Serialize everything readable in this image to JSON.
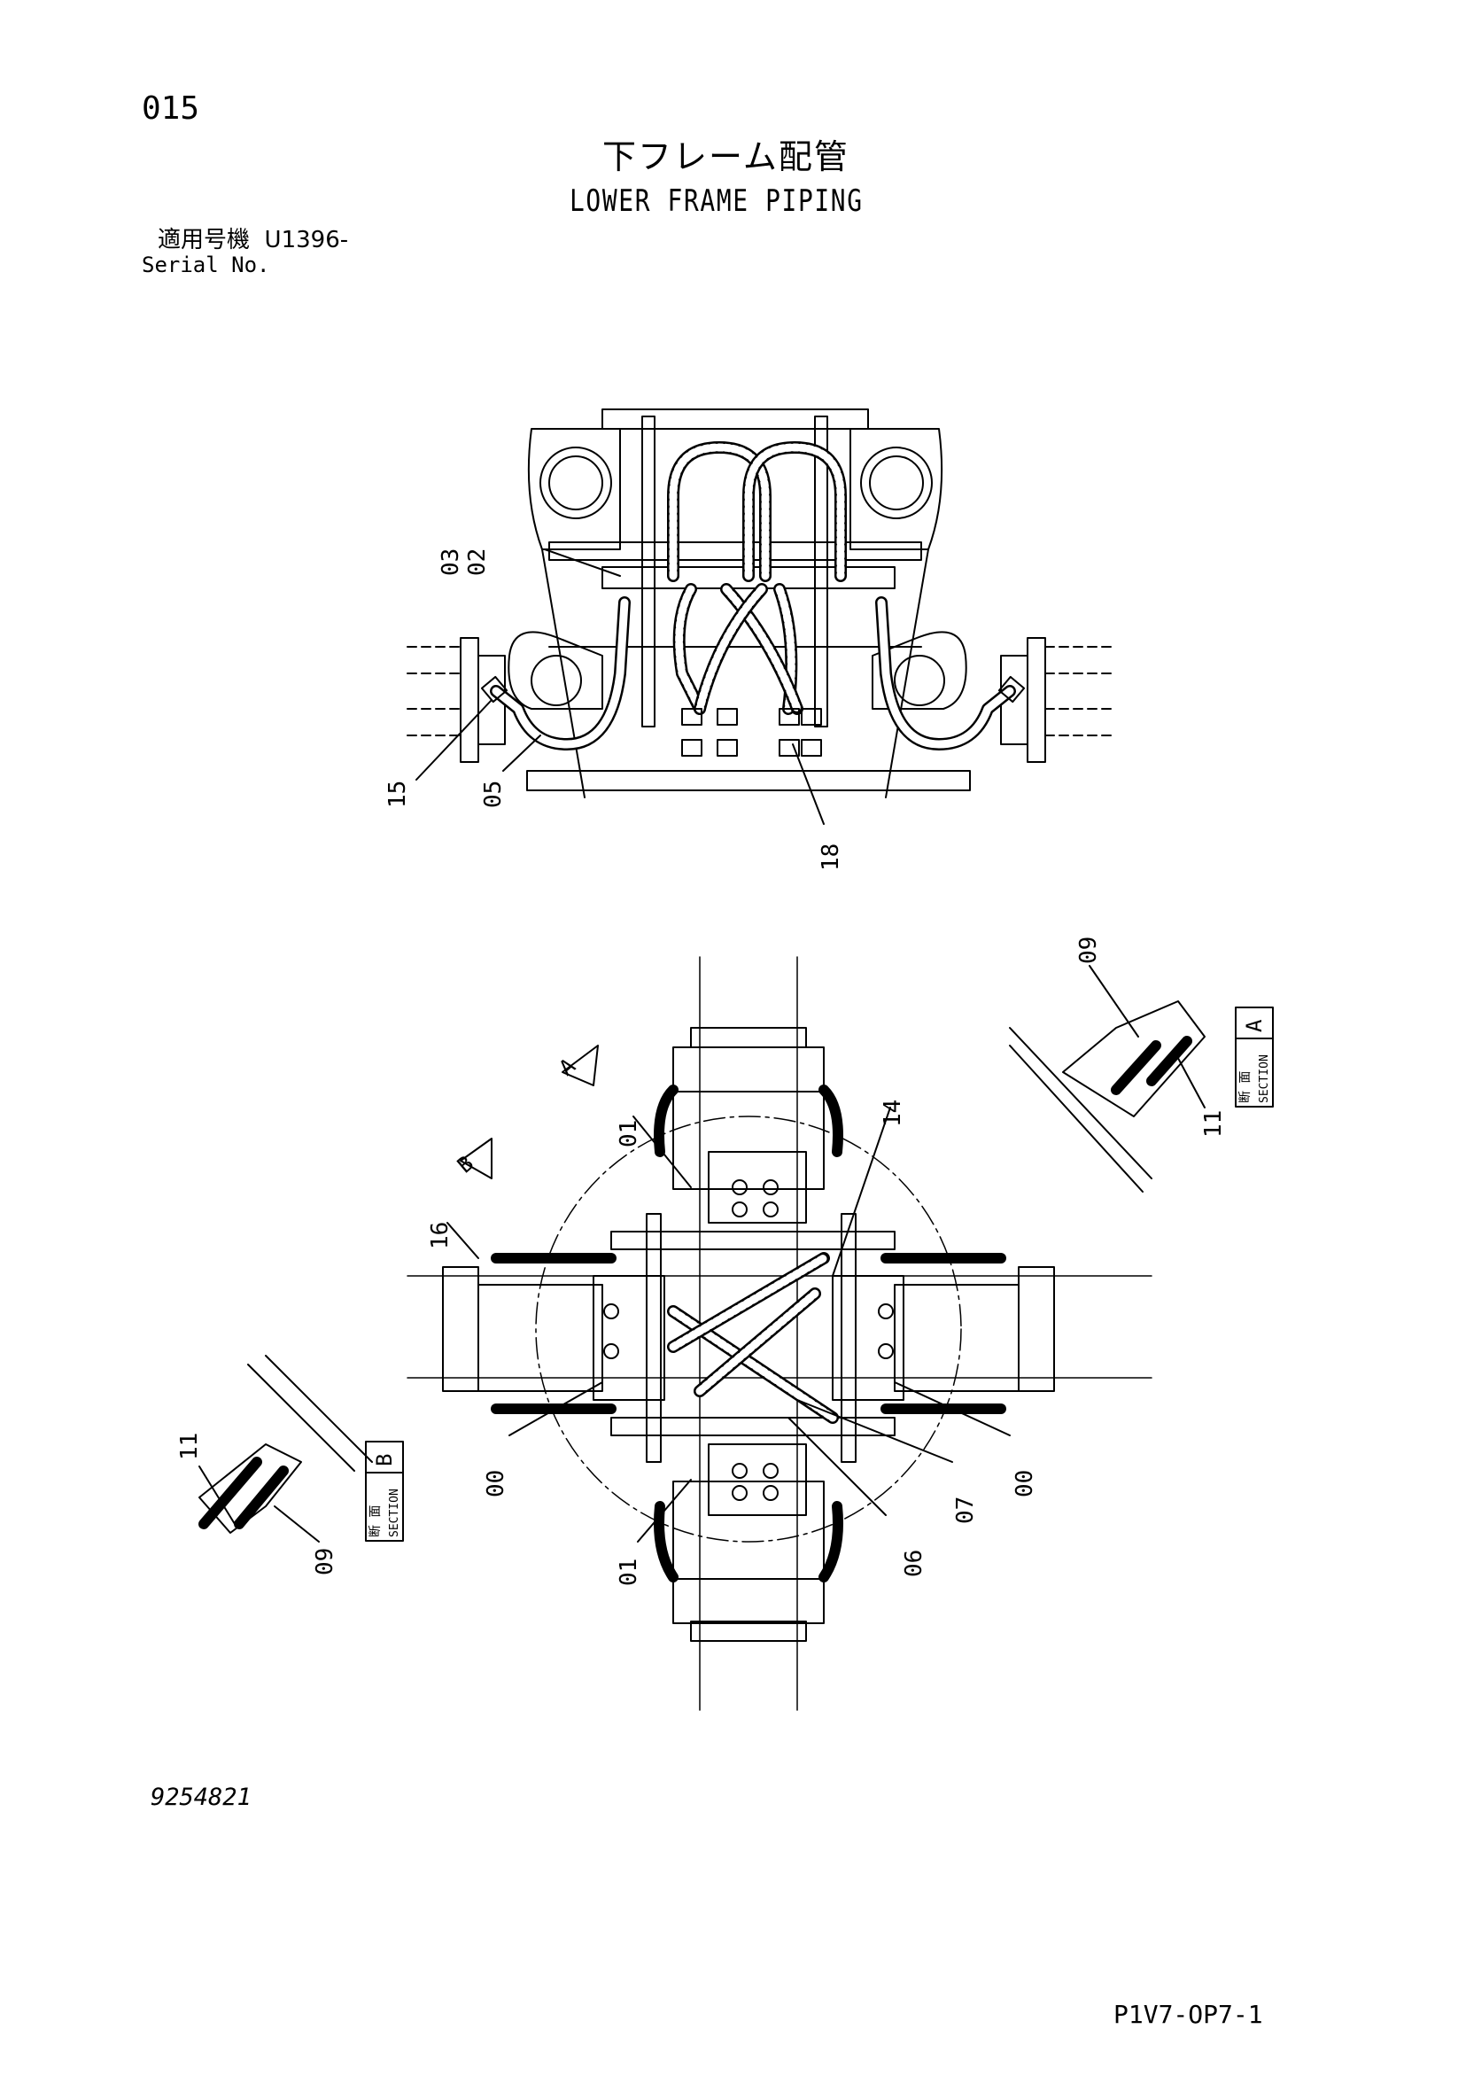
{
  "page_number": "015",
  "title_jp": "下フレーム配管",
  "title_en": "LOWER FRAME PIPING",
  "serial": {
    "label_jp": "適用号機",
    "value": "U1396-",
    "label_en": "Serial No."
  },
  "doc_id": "9254821",
  "page_code": "P1V7-OP7-1",
  "callouts_top": [
    "03",
    "02",
    "15",
    "05",
    "18"
  ],
  "callouts_plan": [
    "01",
    "14",
    "16",
    "00",
    "00",
    "07",
    "06",
    "01"
  ],
  "section_a": {
    "letter": "A",
    "jp": "断 面",
    "en": "SECTION",
    "callouts": [
      "09",
      "11"
    ]
  },
  "section_b": {
    "letter": "B",
    "jp": "断 面",
    "en": "SECTION",
    "callouts": [
      "11",
      "09"
    ]
  },
  "view_markers": [
    "A",
    "B"
  ]
}
